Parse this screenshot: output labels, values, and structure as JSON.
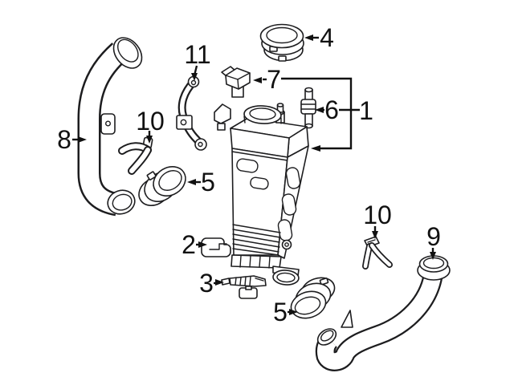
{
  "diagram": {
    "background_color": "#ffffff",
    "line_color": "#1d1d1f",
    "callout_color": "#111111",
    "callouts": {
      "c1": "1",
      "c2": "2",
      "c3": "3",
      "c4": "4",
      "c5_upper": "5",
      "c5_lower": "5",
      "c6": "6",
      "c7": "7",
      "c8": "8",
      "c9": "9",
      "c10_left": "10",
      "c10_right": "10",
      "c11": "11"
    }
  }
}
